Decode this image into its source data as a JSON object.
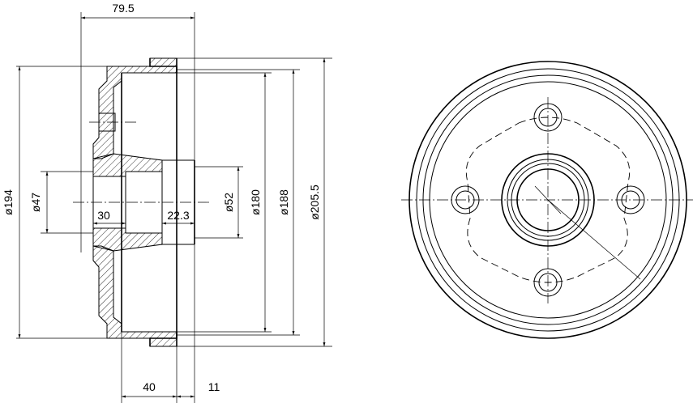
{
  "dimensions": {
    "overall_width": "79.5",
    "depth_40": "40",
    "offset_11": "11",
    "bore_depth_30": "30",
    "hub_depth_22_3": "22.3",
    "dia_194": "ø194",
    "dia_47": "ø47",
    "dia_52": "ø52",
    "dia_180": "ø180",
    "dia_188": "ø188",
    "dia_205_5": "ø205.5"
  }
}
